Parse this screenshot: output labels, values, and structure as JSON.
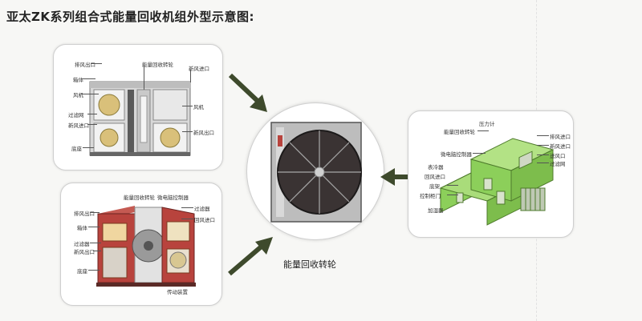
{
  "title": "亚太ZK系列组合式能量回收机组外型示意图:",
  "caption": "能量回收转轮",
  "panel_top": {
    "labels": [
      "排风出口",
      "能量回收转轮",
      "新风进口",
      "箱体",
      "风机",
      "过滤网",
      "新风进口",
      "底座",
      "风机",
      "新风出口"
    ]
  },
  "panel_bottom": {
    "labels": [
      "能量回收转轮",
      "微电脑控制器",
      "排风出口",
      "过滤器",
      "箱体",
      "回风进口",
      "过滤器",
      "新风出口",
      "底座",
      "传动装置"
    ]
  },
  "panel_right": {
    "labels": [
      "压力计",
      "能量回收转轮",
      "排风进口",
      "微电脑控制器",
      "送风口",
      "表冷器",
      "底架",
      "回风进口",
      "过滤网",
      "新风进口",
      "控制柜门",
      "加湿器"
    ]
  },
  "colors": {
    "arrow": "#3e4a2c",
    "green_unit": "#8ccf5a",
    "red_unit": "#b8433d",
    "wheel": "#3a3333"
  }
}
